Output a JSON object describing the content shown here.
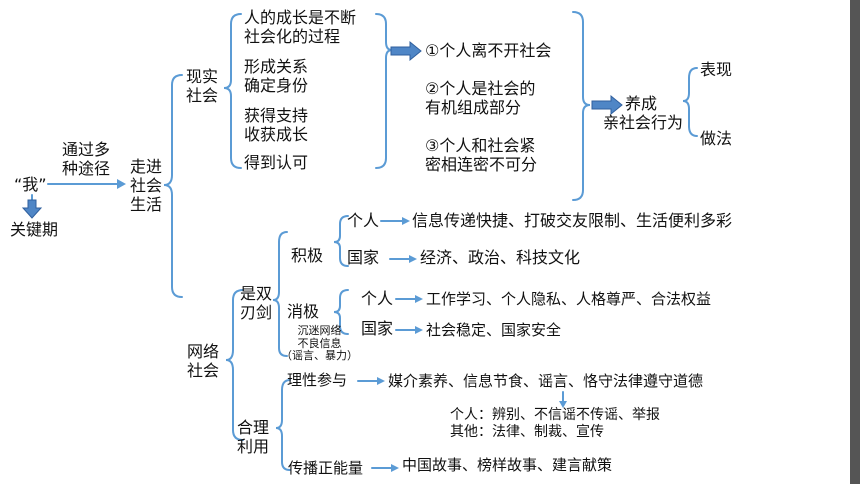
{
  "left": {
    "wo": "“我”",
    "guanjianqi": "关键期",
    "tongguo": [
      "通过多",
      "种途径"
    ],
    "zoujin": [
      "走进",
      "社会",
      "生活"
    ]
  },
  "xianshi": {
    "title": [
      "现实",
      "社会"
    ],
    "items": [
      [
        "人的成长是不断",
        "社会化的过程"
      ],
      [
        "形成关系",
        "确定身份"
      ],
      [
        "获得支持",
        "收获成长"
      ],
      [
        "得到认可"
      ]
    ],
    "points": [
      [
        "①个人离不开社会"
      ],
      [
        "②个人是社会的",
        "有机组成部分"
      ],
      [
        "③个人和社会紧",
        "密相连密不可分"
      ]
    ],
    "yangcheng": [
      "养成",
      "亲社会行为"
    ],
    "biaoxian": "表现",
    "zuofa": "做法"
  },
  "wangluo": {
    "title": [
      "网络",
      "社会"
    ],
    "shuangrenjian": [
      "是双",
      "刃剑"
    ],
    "jiji": {
      "label": "积极",
      "rows": [
        {
          "who": "个人",
          "what": "信息传递快捷、打破交友限制、生活便利多彩"
        },
        {
          "who": "国家",
          "what": "经济、政治、科技文化"
        }
      ]
    },
    "xiaoji": {
      "label": "消极",
      "note": [
        "沉迷网络",
        "不良信息",
        "（谣言、暴力）"
      ],
      "rows": [
        {
          "who": "个人",
          "what": "工作学习、个人隐私、人格尊严、合法权益"
        },
        {
          "who": "国家",
          "what": "社会稳定、国家安全"
        }
      ]
    },
    "heli": [
      "合理",
      "利用"
    ],
    "lixing": {
      "label": "理性参与",
      "what": "媒介素养、信息节食、谣言、恪守法律遵守道德",
      "sub": [
        "个人：辨别、不信谣不传谣、举报",
        "其他：法律、制裁、宣传"
      ]
    },
    "chuanbo": {
      "label": "传播正能量",
      "what": "中国故事、榜样故事、建言献策"
    }
  },
  "colors": {
    "line": "#5b9bd5",
    "arrow": "#4f86c6",
    "text": "#111111"
  }
}
